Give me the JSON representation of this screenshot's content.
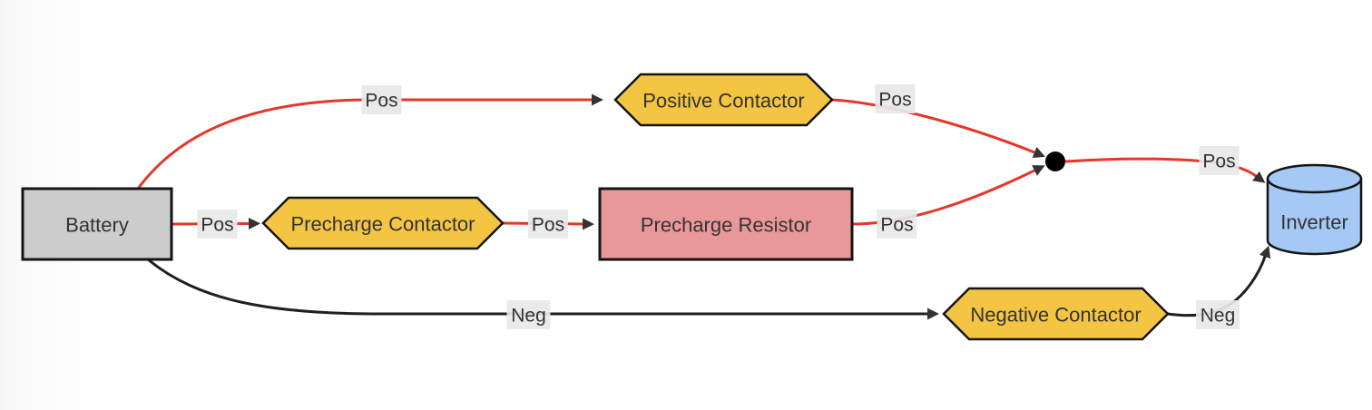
{
  "diagram": {
    "type": "flowchart",
    "direction": "left-to-right",
    "colors": {
      "pos_edge": "#e5372b",
      "neg_edge": "#1f1f1f",
      "arrowhead": "#333333",
      "node_border": "#141414",
      "battery_fill": "#cccccc",
      "contactor_fill": "#f4c542",
      "resistor_fill": "#e99899",
      "inverter_fill": "#a6c8f4",
      "junction_fill": "#000000",
      "label_bg": "#e8e8e8",
      "text": "#333333"
    },
    "nodes": [
      {
        "id": "battery",
        "label": "Battery",
        "shape": "rectangle",
        "fill": "#cccccc"
      },
      {
        "id": "positive_contactor",
        "label": "Positive Contactor",
        "shape": "hexagon",
        "fill": "#f4c542"
      },
      {
        "id": "precharge_contactor",
        "label": "Precharge Contactor",
        "shape": "hexagon",
        "fill": "#f4c542"
      },
      {
        "id": "precharge_resistor",
        "label": "Precharge Resistor",
        "shape": "rectangle",
        "fill": "#e99899"
      },
      {
        "id": "junction",
        "label": "",
        "shape": "dot",
        "fill": "#000000"
      },
      {
        "id": "negative_contactor",
        "label": "Negative Contactor",
        "shape": "hexagon",
        "fill": "#f4c542"
      },
      {
        "id": "inverter",
        "label": "Inverter",
        "shape": "cylinder",
        "fill": "#a6c8f4"
      }
    ],
    "edges": [
      {
        "from": "battery",
        "to": "positive_contactor",
        "label": "Pos",
        "color": "red"
      },
      {
        "from": "battery",
        "to": "precharge_contactor",
        "label": "Pos",
        "color": "red"
      },
      {
        "from": "precharge_contactor",
        "to": "precharge_resistor",
        "label": "Pos",
        "color": "red"
      },
      {
        "from": "positive_contactor",
        "to": "junction",
        "label": "Pos",
        "color": "red"
      },
      {
        "from": "precharge_resistor",
        "to": "junction",
        "label": "Pos",
        "color": "red"
      },
      {
        "from": "junction",
        "to": "inverter",
        "label": "Pos",
        "color": "red"
      },
      {
        "from": "battery",
        "to": "negative_contactor",
        "label": "Neg",
        "color": "black"
      },
      {
        "from": "negative_contactor",
        "to": "inverter",
        "label": "Neg",
        "color": "black"
      }
    ]
  }
}
